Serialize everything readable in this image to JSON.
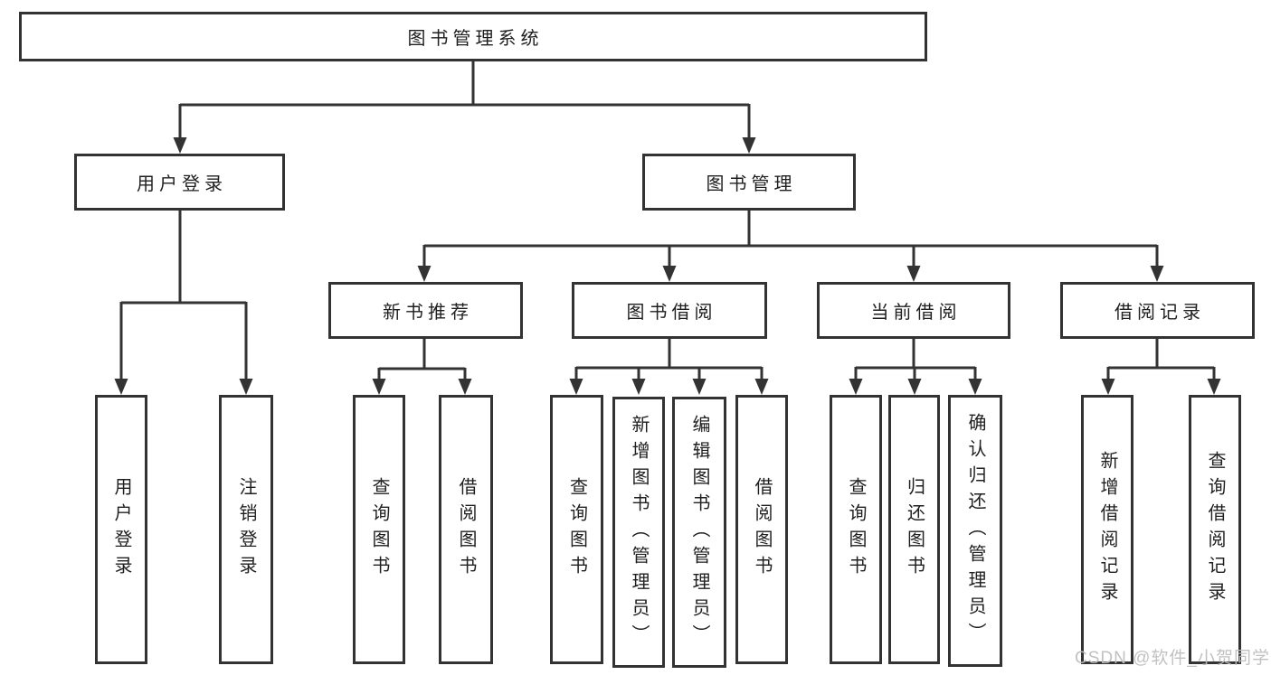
{
  "diagram_title": "图书管理系统",
  "tree": {
    "label": "图书管理系统",
    "children": [
      {
        "label": "用户登录",
        "children": [
          {
            "label": "用户登录"
          },
          {
            "label": "注销登录"
          }
        ]
      },
      {
        "label": "图书管理",
        "children": [
          {
            "label": "新书推荐",
            "children": [
              {
                "label": "查询图书"
              },
              {
                "label": "借阅图书"
              }
            ]
          },
          {
            "label": "图书借阅",
            "children": [
              {
                "label": "查询图书"
              },
              {
                "label": "新增图书（管理员）"
              },
              {
                "label": "编辑图书（管理员）"
              },
              {
                "label": "借阅图书"
              }
            ]
          },
          {
            "label": "当前借阅",
            "children": [
              {
                "label": "查询图书"
              },
              {
                "label": "归还图书"
              },
              {
                "label": "确认归还（管理员）"
              }
            ]
          },
          {
            "label": "借阅记录",
            "children": [
              {
                "label": "新增借阅记录"
              },
              {
                "label": "查询借阅记录"
              }
            ]
          }
        ]
      }
    ]
  },
  "watermark": {
    "text": "CSDN @软件_小贺同学"
  },
  "colors": {
    "line": "#333333",
    "text": "#1f1f1f",
    "watermark": "#bebebe",
    "background": "#ffffff"
  }
}
